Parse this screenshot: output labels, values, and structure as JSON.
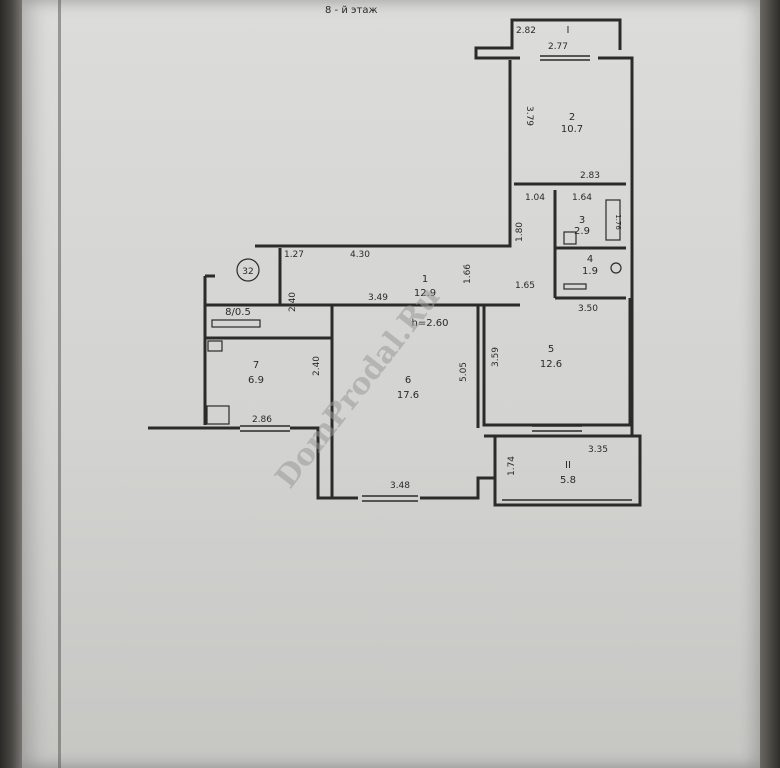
{
  "header": {
    "floor_label": "8 - й этаж"
  },
  "apartment_number": "32",
  "ceiling_height": "h=2.60",
  "watermark": "DomProdal.Ru",
  "rooms": [
    {
      "number": "1",
      "area": "12.9"
    },
    {
      "number": "2",
      "area": "10.7"
    },
    {
      "number": "3",
      "area": "2.9"
    },
    {
      "number": "4",
      "area": "1.9"
    },
    {
      "number": "5",
      "area": "12.6"
    },
    {
      "number": "6",
      "area": "17.6"
    },
    {
      "number": "7",
      "area": "6.9"
    },
    {
      "number": "8/0.5",
      "area": ""
    },
    {
      "number": "II",
      "area": "5.8"
    },
    {
      "number": "I",
      "area": ""
    }
  ],
  "dimensions": {
    "d_top_left": "2.82",
    "d_top_right": "2.77",
    "d_r2_side": "3.79",
    "d_r2_bottom": "2.83",
    "d_104": "1.04",
    "d_164": "1.64",
    "d_180": "1.80",
    "d_176": "1.76",
    "d_127": "1.27",
    "d_430": "4.30",
    "d_166": "1.66",
    "d_349": "3.49",
    "d_165": "1.65",
    "d_350": "3.50",
    "d_240a": "2.40",
    "d_240b": "2.40",
    "d_359": "3.59",
    "d_505": "5.05",
    "d_286": "2.86",
    "d_348": "3.48",
    "d_335": "3.35",
    "d_174": "1.74"
  },
  "colors": {
    "wall": "#2b2b2b",
    "paper": "#d6d6d4",
    "watermark": "#9a9a9a"
  }
}
